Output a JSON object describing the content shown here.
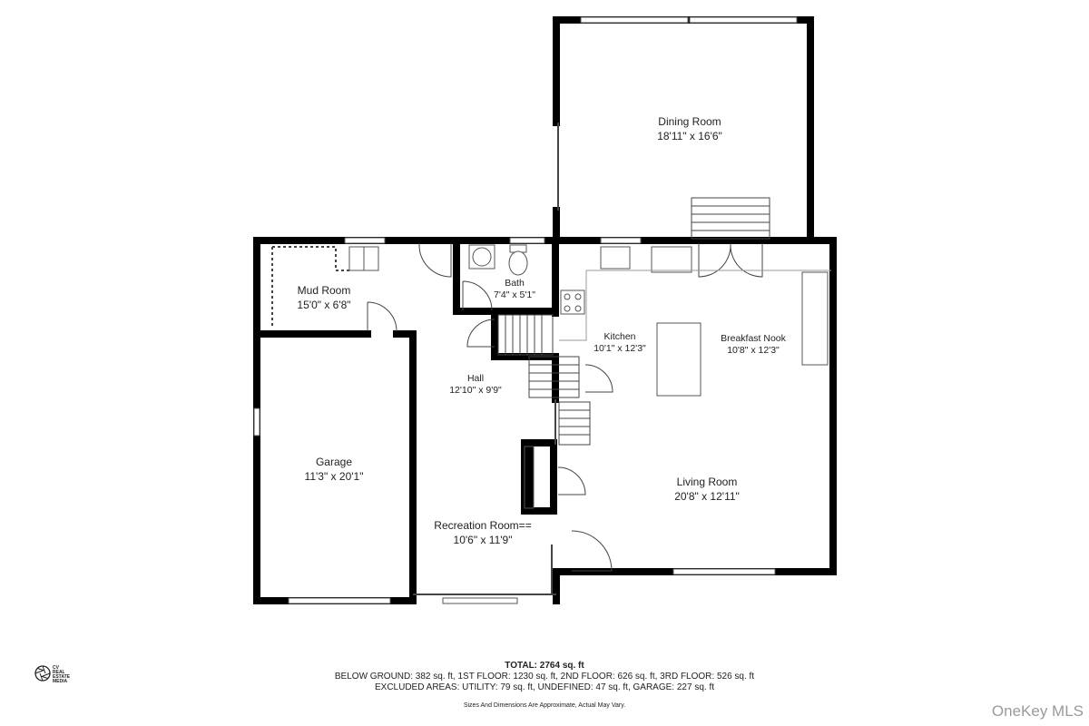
{
  "rooms": [
    {
      "name": "Dining Room",
      "dimensions": "18'11\" x 16'6\""
    },
    {
      "name": "Mud Room",
      "dimensions": "15'0\" x 6'8\""
    },
    {
      "name": "Bath",
      "dimensions": "7'4\" x 5'1\""
    },
    {
      "name": "Kitchen",
      "dimensions": "10'1\" x 12'3\""
    },
    {
      "name": "Breakfast Nook",
      "dimensions": "10'8\" x 12'3\""
    },
    {
      "name": "Hall",
      "dimensions": "12'10\" x 9'9\""
    },
    {
      "name": "Garage",
      "dimensions": "11'3\" x 20'1\""
    },
    {
      "name": "Living Room",
      "dimensions": "20'8\" x 12'11\""
    },
    {
      "name": "Recreation Room==",
      "dimensions": "10'6\" x 11'9\""
    }
  ],
  "summary": {
    "total": "TOTAL: 2764 sq. ft",
    "floors": "BELOW GROUND: 382 sq. ft, 1ST FLOOR: 1230 sq. ft, 2ND FLOOR: 626 sq. ft, 3RD FLOOR: 526 sq. ft",
    "excluded": "EXCLUDED AREAS: UTILITY: 79 sq. ft, UNDEFINED: 47 sq. ft, GARAGE: 227 sq. ft",
    "note": "Sizes And Dimensions Are Approximate, Actual May Vary."
  },
  "logo": {
    "text": "CV REAL ESTATE MEDIA",
    "icon": "aperture-icon"
  },
  "watermark": "OneKey MLS",
  "colors": {
    "wall": "#000000",
    "fixture": "#555555",
    "background": "#ffffff"
  }
}
